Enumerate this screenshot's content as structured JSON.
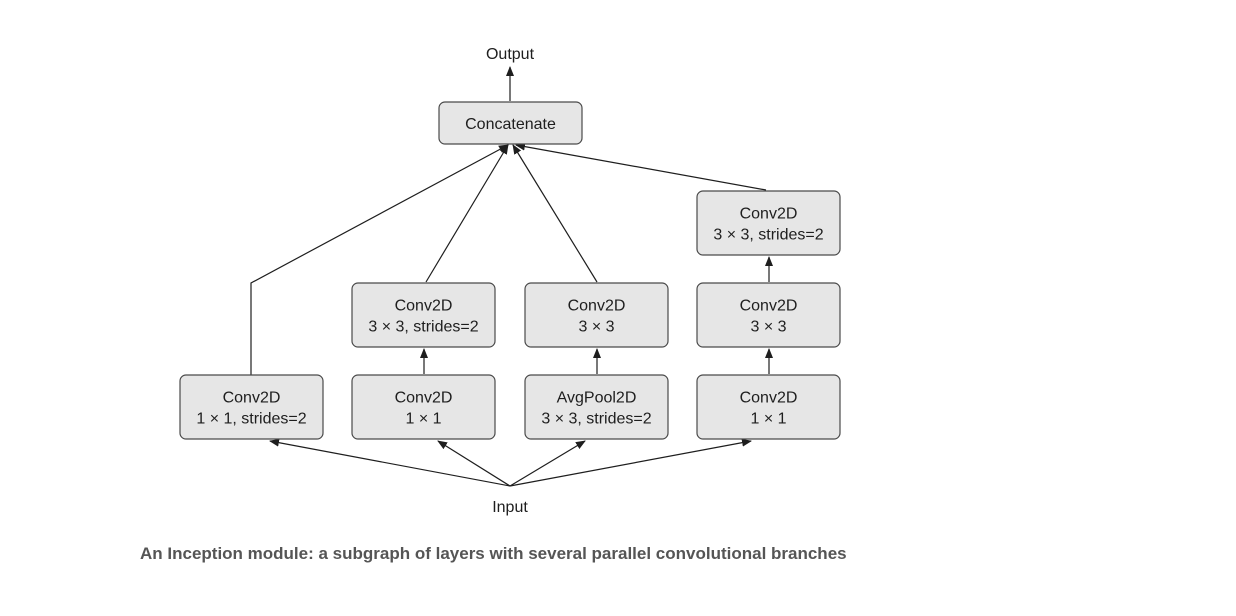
{
  "diagram": {
    "output_label": "Output",
    "input_label": "Input",
    "nodes": {
      "concat": {
        "lines": [
          "Concatenate"
        ]
      },
      "b1_conv": {
        "lines": [
          "Conv2D",
          "1 × 1, strides=2"
        ]
      },
      "b2_conv1": {
        "lines": [
          "Conv2D",
          "1 × 1"
        ]
      },
      "b2_conv2": {
        "lines": [
          "Conv2D",
          "3 × 3, strides=2"
        ]
      },
      "b3_pool": {
        "lines": [
          "AvgPool2D",
          "3 × 3, strides=2"
        ]
      },
      "b3_conv": {
        "lines": [
          "Conv2D",
          "3 × 3"
        ]
      },
      "b4_conv1": {
        "lines": [
          "Conv2D",
          "1 × 1"
        ]
      },
      "b4_conv2": {
        "lines": [
          "Conv2D",
          "3 × 3"
        ]
      },
      "b4_conv3": {
        "lines": [
          "Conv2D",
          "3 × 3, strides=2"
        ]
      }
    },
    "edges": [
      [
        "input",
        "b1_conv"
      ],
      [
        "input",
        "b2_conv1"
      ],
      [
        "input",
        "b3_pool"
      ],
      [
        "input",
        "b4_conv1"
      ],
      [
        "b2_conv1",
        "b2_conv2"
      ],
      [
        "b3_pool",
        "b3_conv"
      ],
      [
        "b4_conv1",
        "b4_conv2"
      ],
      [
        "b4_conv2",
        "b4_conv3"
      ],
      [
        "b1_conv",
        "concat"
      ],
      [
        "b2_conv2",
        "concat"
      ],
      [
        "b3_conv",
        "concat"
      ],
      [
        "b4_conv3",
        "concat"
      ],
      [
        "concat",
        "output"
      ]
    ]
  },
  "caption": "An Inception module: a subgraph of layers with several parallel convolutional branches"
}
